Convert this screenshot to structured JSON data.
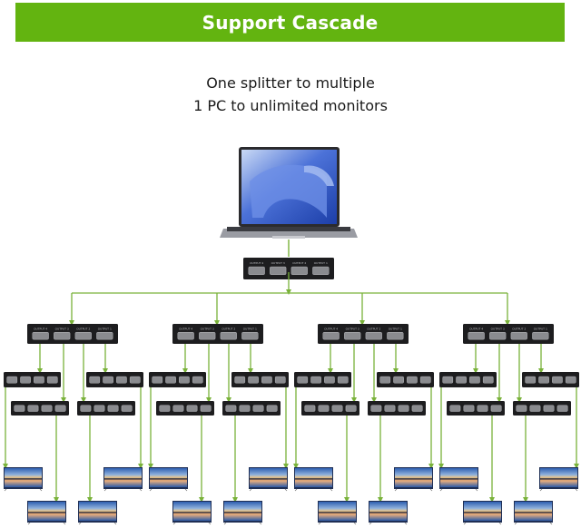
{
  "banner": {
    "title": "Support Cascade",
    "color": "#63b410"
  },
  "subtitle": {
    "line1": "One splitter to multiple",
    "line2": "1 PC to unlimited monitors"
  },
  "diagram": {
    "connector_color": "#7ab23a",
    "source": {
      "type": "laptop",
      "label": "laptop-icon"
    },
    "root_splitter": {
      "ports": [
        "OUTPUT 4",
        "OUTPUT 3",
        "OUTPUT 2",
        "OUTPUT 1"
      ]
    },
    "groups": [
      {
        "name": "group-1",
        "level1_ports": [
          "OUTPUT 4",
          "OUTPUT 3",
          "OUTPUT 2",
          "OUTPUT 1"
        ],
        "sub_splitters": 4,
        "monitors": 4
      },
      {
        "name": "group-2",
        "level1_ports": [
          "OUTPUT 4",
          "OUTPUT 3",
          "OUTPUT 2",
          "OUTPUT 1"
        ],
        "sub_splitters": 4,
        "monitors": 4
      },
      {
        "name": "group-3",
        "level1_ports": [
          "OUTPUT 4",
          "OUTPUT 3",
          "OUTPUT 2",
          "OUTPUT 1"
        ],
        "sub_splitters": 4,
        "monitors": 4
      },
      {
        "name": "group-4",
        "level1_ports": [
          "OUTPUT 4",
          "OUTPUT 3",
          "OUTPUT 2",
          "OUTPUT 1"
        ],
        "sub_splitters": 4,
        "monitors": 4
      }
    ]
  }
}
